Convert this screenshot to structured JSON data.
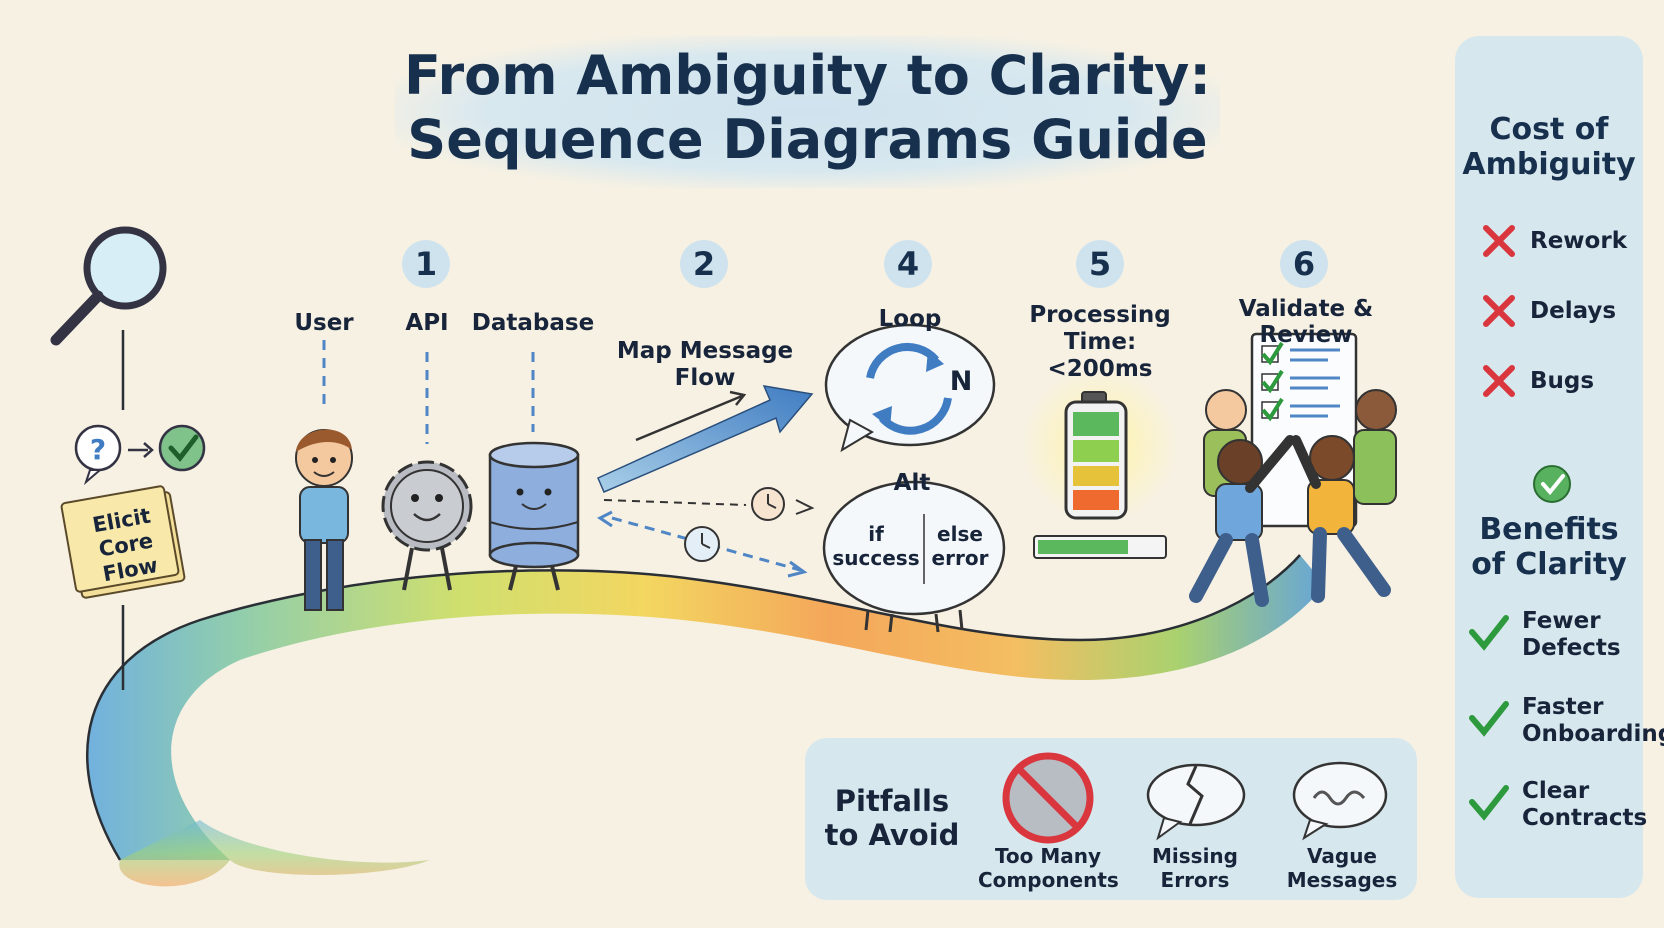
{
  "title": {
    "line1": "From Ambiguity to Clarity:",
    "line2": "Sequence Diagrams Guide"
  },
  "intro": {
    "elicit_label": [
      "Elicit",
      "Core",
      "Flow"
    ]
  },
  "steps": [
    {
      "number": "1",
      "participants": [
        "User",
        "API",
        "Database"
      ]
    },
    {
      "number": "2",
      "label_line1": "Map Message",
      "label_line2": "Flow"
    },
    {
      "number": "4",
      "loop_label": "Loop",
      "loop_n": "N",
      "alt_label": "Alt",
      "alt_if_1": "if",
      "alt_if_2": "success",
      "alt_else_1": "else",
      "alt_else_2": "error"
    },
    {
      "number": "5",
      "label_line1": "Processing",
      "label_line2": "Time: <200ms"
    },
    {
      "number": "6",
      "label": "Validate & Review"
    }
  ],
  "pitfalls": {
    "heading_line1": "Pitfalls",
    "heading_line2": "to Avoid",
    "items": [
      {
        "line1": "Too Many",
        "line2": "Components",
        "icon": "no-gears-icon"
      },
      {
        "line1": "Missing",
        "line2": "Errors",
        "icon": "broken-bubble-icon"
      },
      {
        "line1": "Vague",
        "line2": "Messages",
        "icon": "squiggle-bubble-icon"
      }
    ]
  },
  "sidebar": {
    "cost_heading_line1": "Cost of",
    "cost_heading_line2": "Ambiguity",
    "costs": [
      "Rework",
      "Delays",
      "Bugs"
    ],
    "benefits_heading_line1": "Benefits",
    "benefits_heading_line2": "of Clarity",
    "benefits": [
      {
        "line1": "Fewer",
        "line2": "Defects"
      },
      {
        "line1": "Faster",
        "line2": "Onboarding"
      },
      {
        "line1": "Clear",
        "line2": "Contracts"
      }
    ]
  },
  "colors": {
    "background": "#f7f1e3",
    "panel": "#d7e7ee",
    "ink": "#17304d",
    "error_red": "#d9363e",
    "success_green": "#2e9a3e",
    "arrow_blue": "#4f86c6"
  }
}
